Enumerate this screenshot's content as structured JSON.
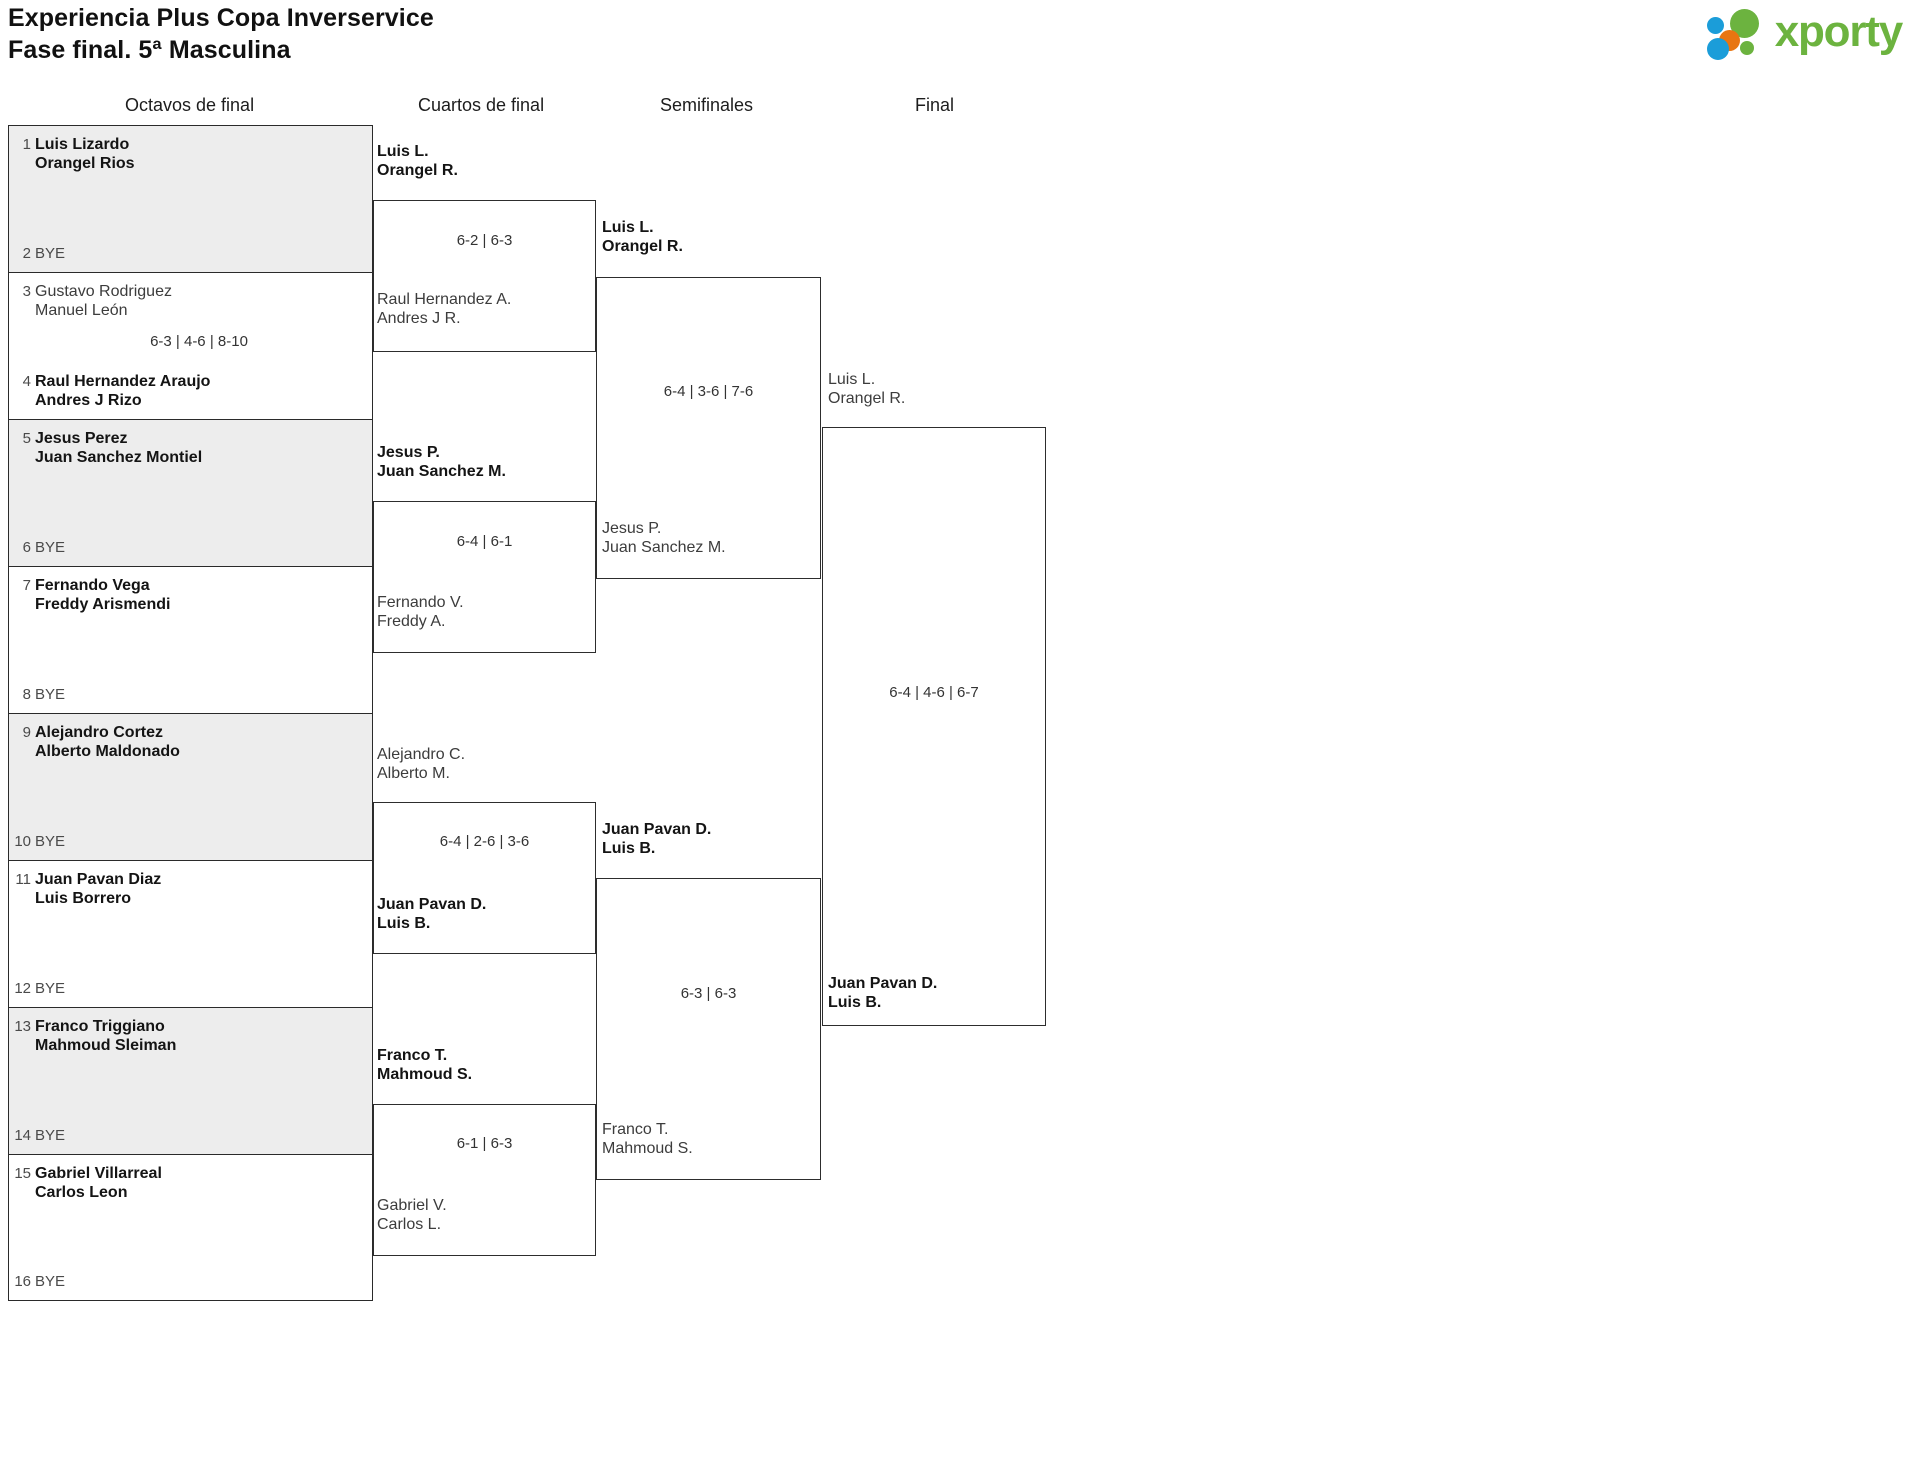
{
  "header": {
    "title_line1": "Experiencia Plus Copa Inverservice",
    "title_line2": "Fase final. 5ª Masculina",
    "logo_word": "xporty",
    "logo_colors": {
      "green": "#6cb33f",
      "blue": "#1b9dd9",
      "orange": "#e87511"
    }
  },
  "rounds": [
    {
      "label": "Octavos de final"
    },
    {
      "label": "Cuartos de final"
    },
    {
      "label": "Semifinales"
    },
    {
      "label": "Final"
    }
  ],
  "bracket": {
    "round_of_16": [
      {
        "seed": "1",
        "line1": "Luis Lizardo",
        "line2": "Orangel Rios",
        "winner": true,
        "bye": false,
        "shaded": true
      },
      {
        "seed": "2",
        "line1": "BYE",
        "line2": "",
        "winner": false,
        "bye": true,
        "shaded": true
      },
      {
        "seed": "3",
        "line1": "Gustavo Rodriguez",
        "line2": "Manuel León",
        "winner": false,
        "bye": false,
        "shaded": false
      },
      {
        "seed": "4",
        "line1": "Raul Hernandez Araujo",
        "line2": "Andres J Rizo",
        "winner": true,
        "bye": false,
        "shaded": false
      },
      {
        "seed": "5",
        "line1": "Jesus Perez",
        "line2": "Juan Sanchez Montiel",
        "winner": true,
        "bye": false,
        "shaded": true
      },
      {
        "seed": "6",
        "line1": "BYE",
        "line2": "",
        "winner": false,
        "bye": true,
        "shaded": true
      },
      {
        "seed": "7",
        "line1": "Fernando Vega",
        "line2": "Freddy Arismendi",
        "winner": true,
        "bye": false,
        "shaded": false
      },
      {
        "seed": "8",
        "line1": "BYE",
        "line2": "",
        "winner": false,
        "bye": true,
        "shaded": false
      },
      {
        "seed": "9",
        "line1": "Alejandro Cortez",
        "line2": "Alberto Maldonado",
        "winner": true,
        "bye": false,
        "shaded": true
      },
      {
        "seed": "10",
        "line1": "BYE",
        "line2": "",
        "winner": false,
        "bye": true,
        "shaded": true
      },
      {
        "seed": "11",
        "line1": "Juan Pavan Diaz",
        "line2": "Luis Borrero",
        "winner": true,
        "bye": false,
        "shaded": false
      },
      {
        "seed": "12",
        "line1": "BYE",
        "line2": "",
        "winner": false,
        "bye": true,
        "shaded": false
      },
      {
        "seed": "13",
        "line1": "Franco Triggiano",
        "line2": "Mahmoud Sleiman",
        "winner": true,
        "bye": false,
        "shaded": true
      },
      {
        "seed": "14",
        "line1": "BYE",
        "line2": "",
        "winner": false,
        "bye": true,
        "shaded": true
      },
      {
        "seed": "15",
        "line1": "Gabriel Villarreal",
        "line2": "Carlos Leon",
        "winner": true,
        "bye": false,
        "shaded": false
      },
      {
        "seed": "16",
        "line1": "BYE",
        "line2": "",
        "winner": false,
        "bye": true,
        "shaded": false
      }
    ],
    "r16_scores": [
      {
        "score": ""
      },
      {
        "score": "6-3 | 4-6 | 8-10"
      },
      {
        "score": ""
      },
      {
        "score": ""
      },
      {
        "score": ""
      },
      {
        "score": ""
      },
      {
        "score": ""
      },
      {
        "score": ""
      }
    ],
    "quarterfinals": [
      {
        "top_line1": "Luis L.",
        "top_line2": "Orangel R.",
        "top_winner": true,
        "bot_line1": "Raul Hernandez A.",
        "bot_line2": "Andres J R.",
        "bot_winner": false,
        "score": "6-2 | 6-3"
      },
      {
        "top_line1": "Jesus P.",
        "top_line2": "Juan Sanchez M.",
        "top_winner": true,
        "bot_line1": "Fernando V.",
        "bot_line2": "Freddy A.",
        "bot_winner": false,
        "score": "6-4 | 6-1"
      },
      {
        "top_line1": "Alejandro C.",
        "top_line2": "Alberto M.",
        "top_winner": false,
        "bot_line1": "Juan Pavan D.",
        "bot_line2": "Luis B.",
        "bot_winner": true,
        "score": "6-4 | 2-6 | 3-6"
      },
      {
        "top_line1": "Franco T.",
        "top_line2": "Mahmoud S.",
        "top_winner": true,
        "bot_line1": "Gabriel V.",
        "bot_line2": "Carlos L.",
        "bot_winner": false,
        "score": "6-1 | 6-3"
      }
    ],
    "semifinals": [
      {
        "top_line1": "Luis L.",
        "top_line2": "Orangel R.",
        "top_winner": true,
        "bot_line1": "Jesus P.",
        "bot_line2": "Juan Sanchez M.",
        "bot_winner": false,
        "score": "6-4 | 3-6 | 7-6"
      },
      {
        "top_line1": "Juan Pavan D.",
        "top_line2": "Luis B.",
        "top_winner": true,
        "bot_line1": "Franco T.",
        "bot_line2": "Mahmoud S.",
        "bot_winner": false,
        "score": "6-3 | 6-3"
      }
    ],
    "final": [
      {
        "top_line1": "Luis L.",
        "top_line2": "Orangel R.",
        "top_winner": false,
        "bot_line1": "Juan Pavan D.",
        "bot_line2": "Luis B.",
        "bot_winner": true,
        "score": "6-4 | 4-6 | 6-7"
      }
    ]
  }
}
